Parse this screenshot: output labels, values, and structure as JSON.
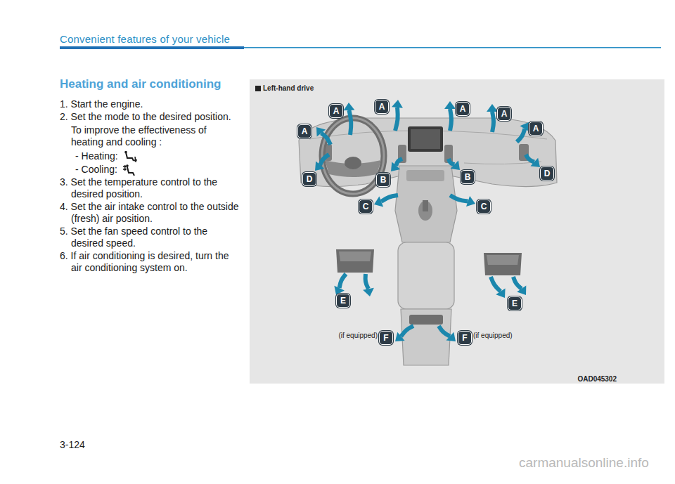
{
  "diagram": {
    "title": "Heating and air conditioning",
    "labels": [
      "Convenient features of your vehicle",
      "1. Start the engine.",
      "2. Set the mode to the desired position.",
      "To improve the effectiveness of heating and cooling :",
      "- Heating:",
      "- Cooling:",
      "3. Set the temperature control to the desired position.",
      "4. Set the air intake control to the outside (fresh) air position.",
      "5. Set the fan speed control to the desired speed.",
      "6. If air conditioning is desired, turn the air conditioning system on.",
      "Left-hand drive",
      "A",
      "A",
      "A",
      "A",
      "A",
      "A",
      "D",
      "D",
      "B",
      "B",
      "C",
      "C",
      "E",
      "E",
      "F",
      "F",
      "(if equipped)",
      "(if equipped)",
      "OAD045302",
      "3-124",
      "carmanualsonline.info"
    ]
  }
}
